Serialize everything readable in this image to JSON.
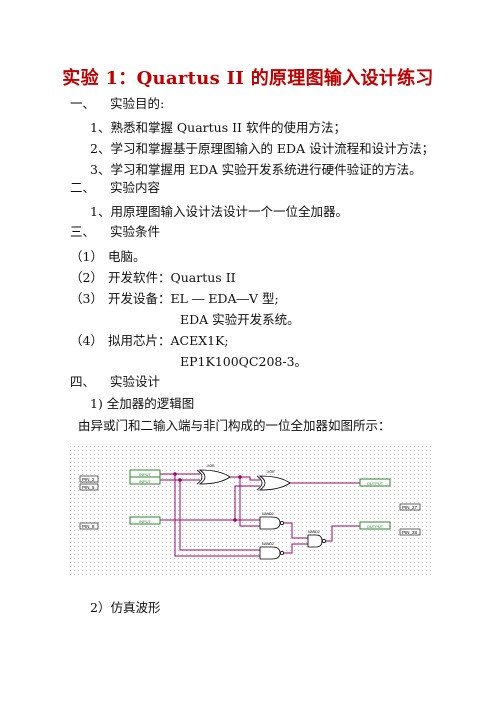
{
  "doc": {
    "title": "实验 1：Quartus II 的原理图输入设计练习",
    "sections": [
      {
        "num": "一、",
        "label": "实验目的:"
      },
      {
        "num": "二、",
        "label": "实验内容"
      },
      {
        "num": "三、",
        "label": "实验条件"
      },
      {
        "num": "四、",
        "label": "实验设计"
      }
    ],
    "purpose_items": [
      "1、熟悉和掌握 Quartus II 软件的使用方法；",
      "2、学习和掌握基于原理图输入的 EDA 设计流程和设计方法；",
      "3、学习和掌握用 EDA 实验开发系统进行硬件验证的方法。"
    ],
    "content_item": "1、用原理图输入设计法设计一个一位全加器。",
    "conditions": [
      {
        "num": "（1）",
        "text": "电脑。"
      },
      {
        "num": "（2）",
        "text": "开发软件：Quartus II"
      },
      {
        "num": "（3）",
        "text": "开发设备：EL ― EDA―V 型;"
      },
      {
        "num": "",
        "text": "EDA 实验开发系统。"
      },
      {
        "num": "（4）",
        "text": "拟用芯片：ACEX1K;"
      },
      {
        "num": "",
        "text": "EP1K100QC208-3。"
      }
    ],
    "design_sub1": "1) 全加器的逻辑图",
    "design_desc": "由异或门和二输入端与非门构成的一位全加器如图所示：",
    "design_sub2": "2）仿真波形"
  },
  "schematic": {
    "pins": [
      "PIN_2",
      "PIN_5",
      "PIN_8",
      "PIN_27",
      "PIN_28"
    ],
    "input_tag": "INPUT",
    "output_tag": "OUTPUT",
    "gate_label": "XOR",
    "nand_label": "NAND2",
    "wire_color": "#a0006e",
    "pin_color": "#2a8a2a"
  }
}
